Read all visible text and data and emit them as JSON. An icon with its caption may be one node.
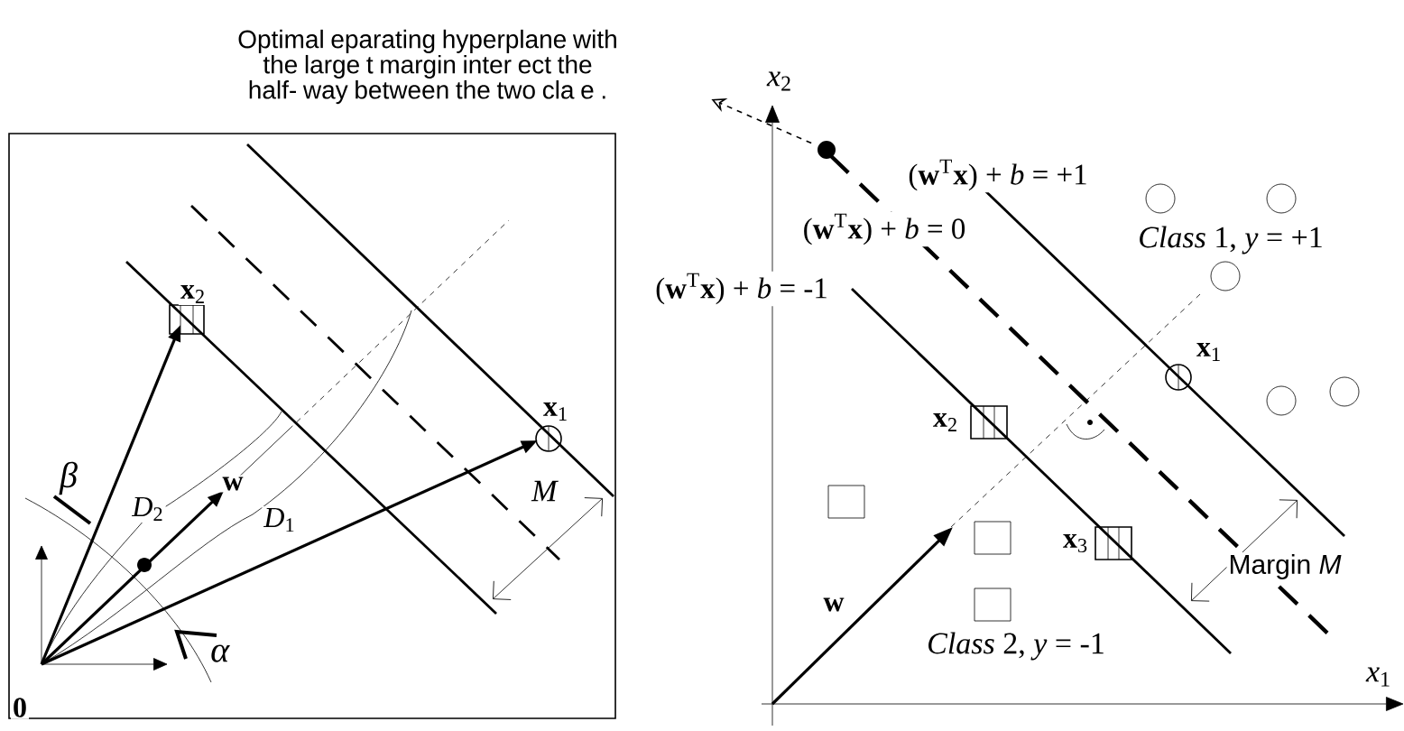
{
  "diagram": {
    "nodes": [
      {
        "text": [
          "Optimal eparating hyperplane with the large t margin inter ect the half- way between the two cla e ."
        ]
      },
      {
        "text": [],
        "shape": "circle"
      }
    ],
    "edges": [
      {
        "from": 1,
        "to": 0,
        "arrow": "to",
        "style": "dashed"
      }
    ],
    "labels": [
      "**x**$_{2}$",
      "**x**$_{1}$",
      "*β*",
      "*D*$_{2}$",
      "**w**",
      "*D*$_{1}$",
      "*M*",
      "*α*",
      "**0**",
      "*x*$_{2}$",
      "(**w**$^{T}$**x**) + *b* = +1",
      "(**w**$^{T}$**x**) + *b* = 0",
      "(**w**$^{T}$**x**) + *b* = -1",
      "*Class* 1, *y* = +1",
      "**x**$_{1}$",
      "**x**$_{2}$",
      "**x**$_{3}$",
      "Margin *M*",
      "**w**",
      "*Class* 2, *y* = -1",
      "*x*$_{1}$"
    ]
  }
}
